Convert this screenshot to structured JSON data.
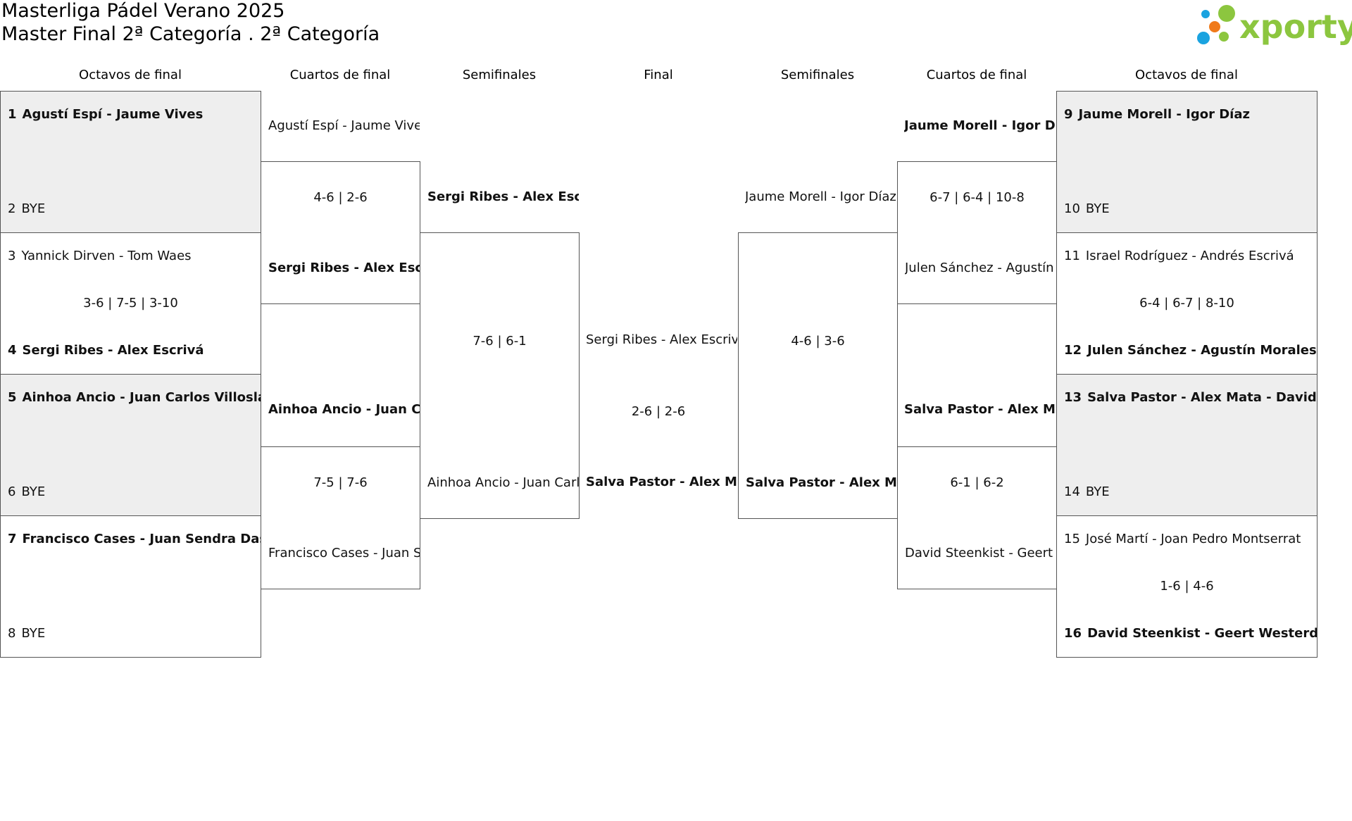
{
  "header": {
    "title": "Masterliga Pádel Verano 2025",
    "subtitle": "Master Final 2ª Categoría . 2ª Categoría",
    "logo_text": "xporty",
    "logo_colors": [
      "#1aa3e0",
      "#f07a1a",
      "#8cc63f"
    ]
  },
  "columns": [
    "Octavos de final",
    "Cuartos de final",
    "Semifinales",
    "Final",
    "Semifinales",
    "Cuartos de final",
    "Octavos de final"
  ],
  "r16_left": [
    {
      "seed_a": "1",
      "team_a": "Agustí Espí - Jaume Vives",
      "seed_b": "2",
      "team_b": "BYE",
      "score": ""
    },
    {
      "seed_a": "3",
      "team_a": "Yannick Dirven - Tom Waes",
      "seed_b": "4",
      "team_b": "Sergi Ribes - Alex Escrivá",
      "score": "3-6 | 7-5 | 3-10"
    },
    {
      "seed_a": "5",
      "team_a": "Ainhoa Ancio - Juan Carlos Villoslada",
      "seed_b": "6",
      "team_b": "BYE",
      "score": ""
    },
    {
      "seed_a": "7",
      "team_a": "Francisco Cases - Juan Sendra Dasi",
      "seed_b": "8",
      "team_b": "BYE",
      "score": ""
    }
  ],
  "r16_right": [
    {
      "seed_a": "9",
      "team_a": "Jaume Morell - Igor Díaz",
      "seed_b": "10",
      "team_b": "BYE",
      "score": ""
    },
    {
      "seed_a": "11",
      "team_a": "Israel Rodríguez - Andrés Escrivá",
      "seed_b": "12",
      "team_b": "Julen Sánchez - Agustín Morales",
      "score": "6-4 | 6-7 | 8-10"
    },
    {
      "seed_a": "13",
      "team_a": "Salva Pastor - Alex Mata - David Gonzalez",
      "seed_b": "14",
      "team_b": "BYE",
      "score": ""
    },
    {
      "seed_a": "15",
      "team_a": "José Martí - Joan Pedro Montserrat",
      "seed_b": "16",
      "team_b": "David Steenkist - Geert Westerdijk",
      "score": "1-6 | 4-6"
    }
  ],
  "qf_left": [
    {
      "team_a": "Agustí Espí - Jaume Vives",
      "team_b": "Sergi Ribes - Alex Escrivá",
      "score": "4-6 | 2-6"
    },
    {
      "team_a": "Ainhoa Ancio - Juan Carlos Villoslada",
      "team_b": "Francisco Cases - Juan Sendra Dasi",
      "score": "7-5 | 7-6"
    }
  ],
  "qf_right": [
    {
      "team_a": "Jaume Morell - Igor Díaz",
      "team_b": "Julen Sánchez - Agustín Morales",
      "score": "6-7 | 6-4 | 10-8"
    },
    {
      "team_a": "Salva Pastor - Alex Mata - David Gonzalez",
      "team_b": "David Steenkist - Geert Westerdijk",
      "score": "6-1 | 6-2"
    }
  ],
  "sf_left": {
    "team_a": "Sergi Ribes - Alex Escrivá",
    "team_b": "Ainhoa Ancio - Juan Carlos Villoslada",
    "score": "7-6 | 6-1"
  },
  "sf_right": {
    "team_a": "Jaume Morell - Igor Díaz",
    "team_b": "Salva Pastor - Alex Mata - David Gonzalez",
    "score": "4-6 | 3-6"
  },
  "final": {
    "team_a": "Sergi Ribes - Alex Escrivá",
    "team_b": "Salva Pastor - Alex Mata - David Gonzalez",
    "score": "2-6 | 2-6"
  }
}
